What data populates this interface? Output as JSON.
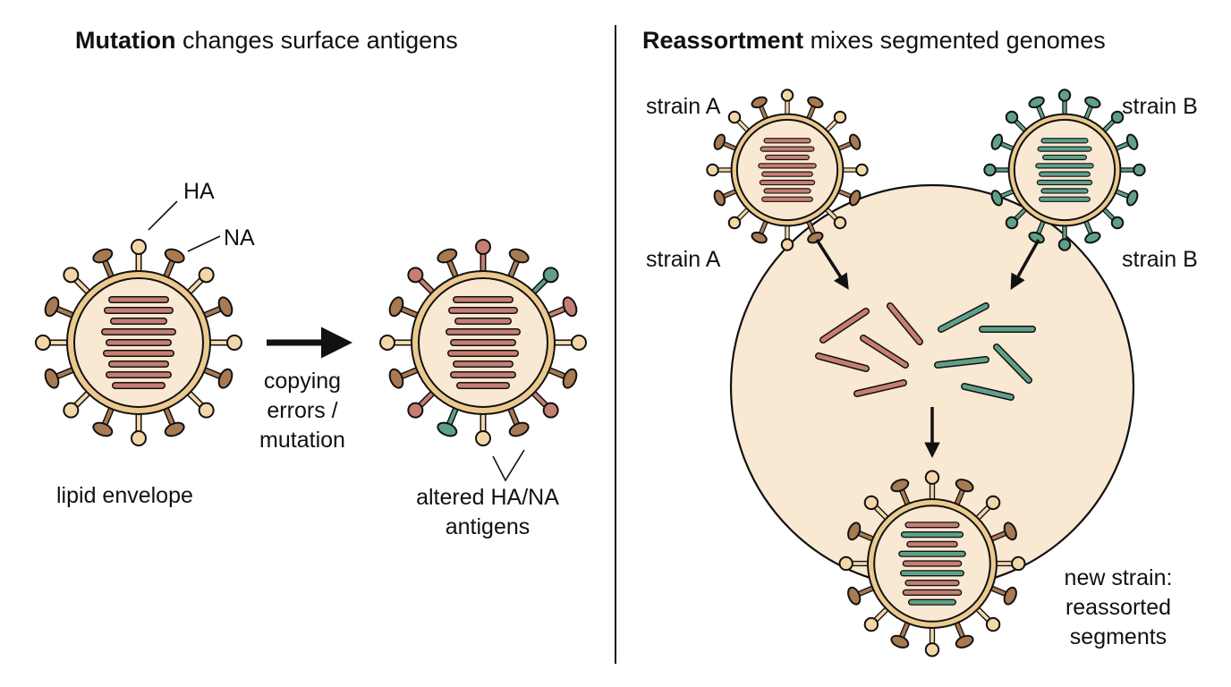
{
  "left_panel": {
    "title_bold": "Mutation",
    "title_rest": " changes surface antigens",
    "label_ha": "HA",
    "label_na": "NA",
    "label_envelope": "lipid envelope",
    "arrow_label": [
      "copying",
      "errors /",
      "mutation"
    ],
    "altered_label": [
      "altered HA/NA",
      "antigens"
    ]
  },
  "right_panel": {
    "title_bold": "Reassortment",
    "title_rest": " mixes segmented genomes",
    "strain_a_top": "strain A",
    "strain_a_bottom": "strain A",
    "strain_b_top": "strain B",
    "strain_b_bottom": "strain B",
    "new_strain_label": [
      "new strain:",
      "reassorted",
      "segments"
    ]
  },
  "colors": {
    "envelope_fill": "#f9e8d2",
    "envelope_ring": "#ecc98f",
    "spike_tan": "#a87a52",
    "spike_pale": "#f3d7a8",
    "segment_red": "#c77e72",
    "segment_green": "#5fa089",
    "host_cell": "#f9e8d2",
    "outline": "#111111"
  }
}
